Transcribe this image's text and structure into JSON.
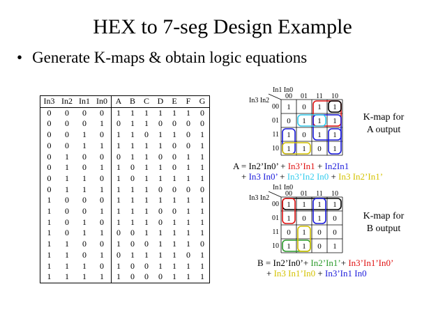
{
  "slide": {
    "title": "HEX  to 7-seg  Design  Example",
    "bullet": "Generate K-maps & obtain logic equations"
  },
  "truth_table": {
    "headers": [
      "In3",
      "In2",
      "In1",
      "In0",
      "A",
      "B",
      "C",
      "D",
      "E",
      "F",
      "G"
    ],
    "rows": [
      [
        "0",
        "0",
        "0",
        "0",
        "1",
        "1",
        "1",
        "1",
        "1",
        "1",
        "0"
      ],
      [
        "0",
        "0",
        "0",
        "1",
        "0",
        "1",
        "1",
        "0",
        "0",
        "0",
        "0"
      ],
      [
        "0",
        "0",
        "1",
        "0",
        "1",
        "1",
        "0",
        "1",
        "1",
        "0",
        "1"
      ],
      [
        "0",
        "0",
        "1",
        "1",
        "1",
        "1",
        "1",
        "1",
        "0",
        "0",
        "1"
      ],
      [
        "0",
        "1",
        "0",
        "0",
        "0",
        "1",
        "1",
        "0",
        "0",
        "1",
        "1"
      ],
      [
        "0",
        "1",
        "0",
        "1",
        "1",
        "0",
        "1",
        "1",
        "0",
        "1",
        "1"
      ],
      [
        "0",
        "1",
        "1",
        "0",
        "1",
        "0",
        "1",
        "1",
        "1",
        "1",
        "1"
      ],
      [
        "0",
        "1",
        "1",
        "1",
        "1",
        "1",
        "1",
        "0",
        "0",
        "0",
        "0"
      ],
      [
        "1",
        "0",
        "0",
        "0",
        "1",
        "1",
        "1",
        "1",
        "1",
        "1",
        "1"
      ],
      [
        "1",
        "0",
        "0",
        "1",
        "1",
        "1",
        "1",
        "0",
        "0",
        "1",
        "1"
      ],
      [
        "1",
        "0",
        "1",
        "0",
        "1",
        "1",
        "1",
        "0",
        "1",
        "1",
        "1"
      ],
      [
        "1",
        "0",
        "1",
        "1",
        "0",
        "0",
        "1",
        "1",
        "1",
        "1",
        "1"
      ],
      [
        "1",
        "1",
        "0",
        "0",
        "1",
        "0",
        "0",
        "1",
        "1",
        "1",
        "0"
      ],
      [
        "1",
        "1",
        "0",
        "1",
        "0",
        "1",
        "1",
        "1",
        "1",
        "0",
        "1"
      ],
      [
        "1",
        "1",
        "1",
        "0",
        "1",
        "0",
        "0",
        "1",
        "1",
        "1",
        "1"
      ],
      [
        "1",
        "1",
        "1",
        "1",
        "1",
        "0",
        "0",
        "0",
        "1",
        "1",
        "1"
      ]
    ]
  },
  "kmaps": [
    {
      "id": "A",
      "col_var": "In1 In0",
      "row_var": "In3 In2",
      "col_labels": [
        "00",
        "01",
        "11",
        "10"
      ],
      "row_labels": [
        "00",
        "01",
        "11",
        "10"
      ],
      "cells": [
        [
          "1",
          "0",
          "1",
          "1"
        ],
        [
          "0",
          "1",
          "1",
          "1"
        ],
        [
          "1",
          "0",
          "1",
          "1"
        ],
        [
          "1",
          "1",
          "0",
          "1"
        ]
      ],
      "label": [
        "K-map for",
        "A output"
      ],
      "equation_terms": [
        {
          "text": "A = In2’In0’ + ",
          "color": "#000000"
        },
        {
          "text": "In3’In1",
          "color": "#e01010"
        },
        {
          "text": " + ",
          "color": "#000000"
        },
        {
          "text": "In2In1",
          "color": "#1a1adb"
        }
      ],
      "equation_terms_2": [
        {
          "text": "+ ",
          "color": "#000000"
        },
        {
          "text": "In3 In0’",
          "color": "#1a1adb"
        },
        {
          "text": " + ",
          "color": "#000000"
        },
        {
          "text": "In3’In2 In0",
          "color": "#33ccee"
        },
        {
          "text": " + ",
          "color": "#000000"
        },
        {
          "text": "In3 In2’In1’",
          "color": "#d4c200"
        }
      ]
    },
    {
      "id": "B",
      "col_var": "In1 In0",
      "row_var": "In3 In2",
      "col_labels": [
        "00",
        "01",
        "11",
        "10"
      ],
      "row_labels": [
        "00",
        "01",
        "11",
        "10"
      ],
      "cells": [
        [
          "1",
          "1",
          "1",
          "1"
        ],
        [
          "1",
          "0",
          "1",
          "0"
        ],
        [
          "0",
          "1",
          "0",
          "0"
        ],
        [
          "1",
          "1",
          "0",
          "1"
        ]
      ],
      "label": [
        "K-map for",
        "B output"
      ],
      "equation_terms": [
        {
          "text": "B = In2’In0’+ ",
          "color": "#000000"
        },
        {
          "text": "In2’In1’",
          "color": "#2a9a2a"
        },
        {
          "text": "+ ",
          "color": "#000000"
        },
        {
          "text": "In3’In1’In0’",
          "color": "#e01010"
        }
      ],
      "equation_terms_2": [
        {
          "text": "+ ",
          "color": "#000000"
        },
        {
          "text": "In3 In1’In0",
          "color": "#d4c200"
        },
        {
          "text": " + ",
          "color": "#000000"
        },
        {
          "text": "In3’In1 In0",
          "color": "#1a1adb"
        }
      ]
    }
  ],
  "colors": {
    "red": "#e01010",
    "blue": "#1a1adb",
    "cyan": "#33ccee",
    "yellow": "#d4c200",
    "green": "#2a9a2a",
    "black": "#000000"
  }
}
